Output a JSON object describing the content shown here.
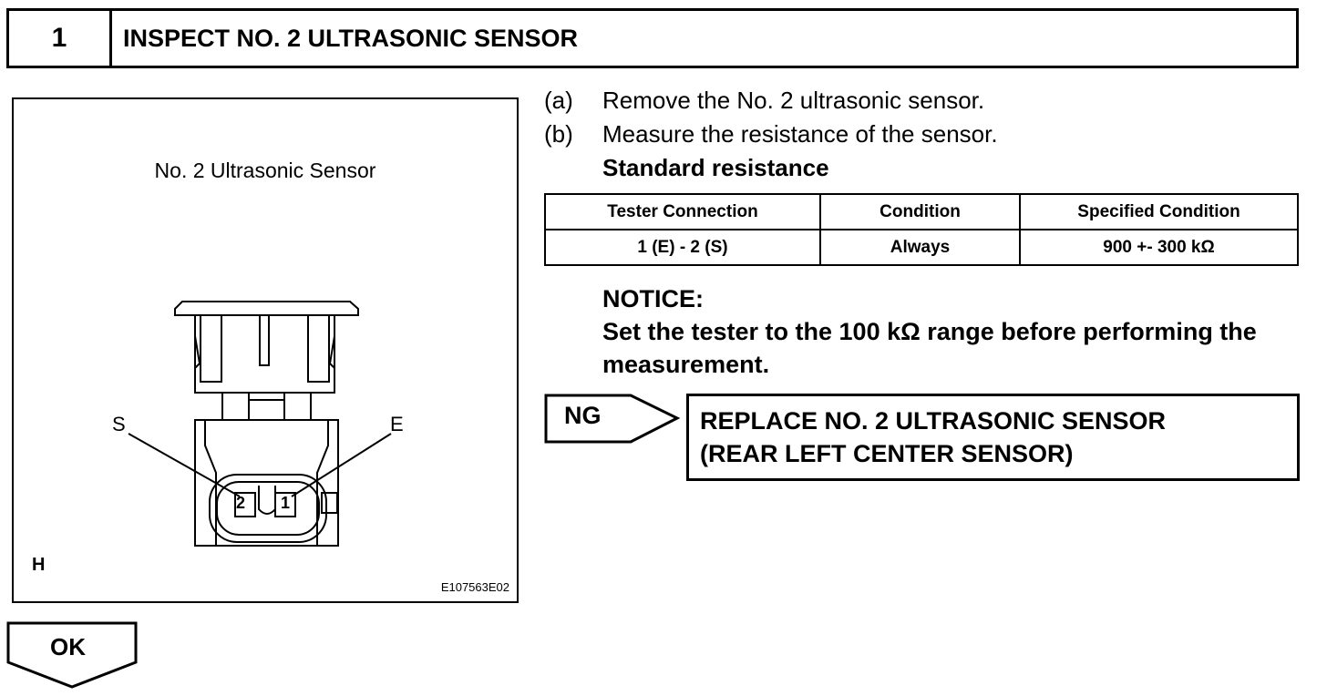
{
  "step": {
    "number": "1",
    "title": "INSPECT NO. 2 ULTRASONIC SENSOR"
  },
  "figure": {
    "caption": "No. 2 Ultrasonic Sensor",
    "pin_s": "S",
    "pin_e": "E",
    "pin_2": "2",
    "pin_1": "1",
    "corner_letter": "H",
    "code": "E107563E02"
  },
  "instructions": [
    {
      "mark": "(a)",
      "text": "Remove the No. 2 ultrasonic sensor."
    },
    {
      "mark": "(b)",
      "text": "Measure the resistance of the sensor."
    }
  ],
  "standard_label": "Standard resistance",
  "table": {
    "headers": [
      "Tester Connection",
      "Condition",
      "Specified Condition"
    ],
    "rows": [
      [
        "1 (E) - 2 (S)",
        "Always",
        "900 +- 300 kΩ"
      ]
    ]
  },
  "notice": {
    "title": "NOTICE:",
    "text": "Set the tester to the 100 kΩ range before performing the measurement."
  },
  "ng": {
    "label": "NG",
    "line1": "REPLACE NO. 2 ULTRASONIC SENSOR",
    "line2": "(REAR LEFT CENTER SENSOR)"
  },
  "ok": {
    "label": "OK"
  }
}
